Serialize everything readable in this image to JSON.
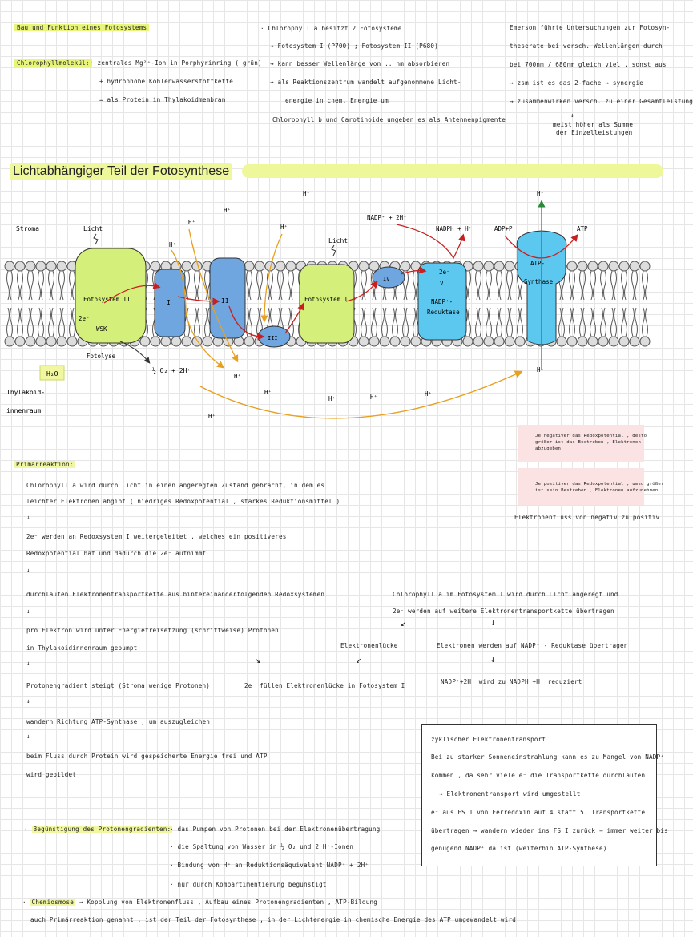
{
  "top": {
    "heading": "Bau und Funktion eines Fotosystems",
    "chlorophyll_label": "Chlorophyllmolekül:",
    "chl_lines": [
      "· zentrales  Mg²⁺-Ion  in  Porphyrinring ( grün)",
      "+  hydrophobe  Kohlenwasserstoffkette",
      "=  als  Protein  in  Thylakoidmembran"
    ],
    "mid_lines": [
      "· Chlorophyll a  besitzt  2  Fotosysteme",
      "→ Fotosystem I  (P700) ; Fotosystem II  (P680)",
      "→ kann  besser  Wellenlänge  von  ..  nm  absorbieren",
      "→ als  Reaktionszentrum  wandelt  aufgenommene  Licht-",
      "energie  in  chem.  Energie  um",
      "Chlorophyll b  und  Carotinoide  umgeben  es  als  Antennenpigmente"
    ],
    "right_lines": [
      "Emerson  führte  Untersuchungen  zur  Fotosyn-",
      "theserate  bei  versch.  Wellenlängen  durch",
      "bei  700nm / 680nm  gleich  viel , sonst  aus",
      "→ zsm  ist  es  das  2-fache  → synergie",
      "→ zusammenwirken  versch.  zu  einer  Gesamtleistung",
      "↓",
      "meist  höher  als  Summe",
      "der  Einzelleistungen"
    ]
  },
  "title": "Lichtabhängiger Teil der Fotosynthese",
  "diagram": {
    "stroma": "Stroma",
    "thylakoid_1": "Thylakoid-",
    "thylakoid_2": "innenraum",
    "licht_1": "Licht",
    "licht_2": "Licht",
    "ps2": "Fotosystem II",
    "ps1": "Fotosystem I",
    "e_label": "2e⁻",
    "wsk": "WSK",
    "fotolyse": "Fotolyse",
    "water": "H₂O",
    "oxygen": "½ O₂  +  2H⁺",
    "c1": "I",
    "c2": "II",
    "c3": "III",
    "c4": "IV",
    "red_top": "2e⁻",
    "red_mid": "V",
    "red_1": "NADP⁺-",
    "red_2": "Reduktase",
    "nadp_in": "NADP⁺ + 2H⁺",
    "nadph": "NADPH + H⁺",
    "adp": "ADP+P",
    "atp": "ATP",
    "atp_1": "ATP-",
    "atp_2": "Synthase",
    "hplus": "H⁺"
  },
  "notes": {
    "pink_1": [
      "Je  negativer  das  Redoxpotential , desto",
      "größer  ist  das  Bestreben , Elektronen",
      "abzugeben"
    ],
    "pink_2": [
      "Je  positiver  das  Redoxpotential , umso  größer",
      "ist  sein  Bestreben , Elektronen  aufzunehmen"
    ],
    "flow": "Elektronenfluss  von  negativ  zu  positiv"
  },
  "primary": {
    "heading": "Primärreaktion:",
    "lines": [
      "Chlorophyll  a  wird  durch  Licht  in  einen  angeregten  Zustand  gebracht,  in  dem  es",
      "leichter  Elektronen  abgibt ( niedriges  Redoxpotential , starkes  Reduktionsmittel )",
      "↓",
      "2e⁻  werden  an  Redoxsystem  I  weitergeleitet , welches  ein  positiveres",
      "Redoxpotential  hat  und  dadurch  die  2e⁻  aufnimmt",
      "↓",
      "durchlaufen  Elektronentransportkette  aus  hintereinanderfolgenden  Redoxsystemen",
      "↓",
      "pro  Elektron  wird  unter  Energiefreisetzung (schrittweise)  Protonen",
      "in  Thylakoidinnenraum  gepumpt",
      "↓",
      "Protonengradient  steigt  (Stroma  wenige  Protonen)",
      "↓",
      "wandern  Richtung  ATP-Synthase , um  auszugleichen",
      "↓",
      "beim  Fluss  durch  Protein  wird  gespeicherte  Energie  frei  und  ATP",
      "wird  gebildet"
    ],
    "arrow_sw": "↘",
    "fill_gap": "2e⁻  füllen  Elektronenlücke  in  Fotosystem  I",
    "gap": "Elektronenlücke",
    "arrow_gap": "↙",
    "right": [
      "Chlorophyll  a  im  Fotosystem  I  wird  durch  Licht  angeregt  und",
      "2e⁻  werden  auf  weitere  Elektronentransportkette  übertragen"
    ],
    "arrow_left": "↙",
    "arrow_down": "↓",
    "nadp_transfer": "Elektronen  werden  auf  NADP⁺ - Reduktase  übertragen",
    "arrow_down2": "↓",
    "nadp_reduced": "NADP⁺+2H⁺  wird  zu  NADPH +H⁺  reduziert"
  },
  "cyclic": {
    "lines": [
      "zyklischer  Elektronentransport",
      "Bei  zu  starker  Sonneneinstrahlung  kann  es  zu  Mangel  von  NADP⁺",
      "kommen , da  sehr  viele  e⁻  die  Transportkette  durchlaufen",
      "→  Elektronentransport  wird  umgestellt",
      "e⁻  aus  FS I  von  Ferredoxin  auf  4  statt  5. Transportkette",
      "übertragen → wandern  wieder  ins  FS I  zurück → immer  weiter  bis",
      "genügend  NADP⁺  da  ist  (weiterhin  ATP-Synthese)"
    ]
  },
  "bottom": {
    "gradient_label": "Begünstigung  des  Protonengradienten:",
    "gradient_lines": [
      "· das  Pumpen  von  Protonen  bei  der  Elektronenübertragung",
      "· die  Spaltung  von  Wasser  in  ½ O₂  und  2  H⁺-Ionen",
      "· Bindung  von  H⁺  an  Reduktionsäquivalent  NADP⁺ + 2H⁺",
      "· nur  durch  Kompartimentierung  begünstigt"
    ],
    "chemi_label": "Chemiosmose",
    "chemi_text": " →  Kopplung  von  Elektronenfluss , Aufbau  eines  Protonengradienten , ATP-Bildung",
    "last": "auch  Primärreaktion  genannt ,  ist  der  Teil  der  Fotosynthese , in  der  Lichtenergie  in  chemische  Energie  des  ATP  umgewandelt  wird"
  },
  "colors": {
    "lime": "#d4f07a",
    "blue": "#6fa6e0",
    "cyan": "#5cc8f0",
    "red_arrow": "#c82020",
    "orange_arrow": "#e8a020",
    "green_arrow": "#2a8a3a",
    "highlight": "#e9f57a",
    "pink": "#fbe3e3"
  }
}
